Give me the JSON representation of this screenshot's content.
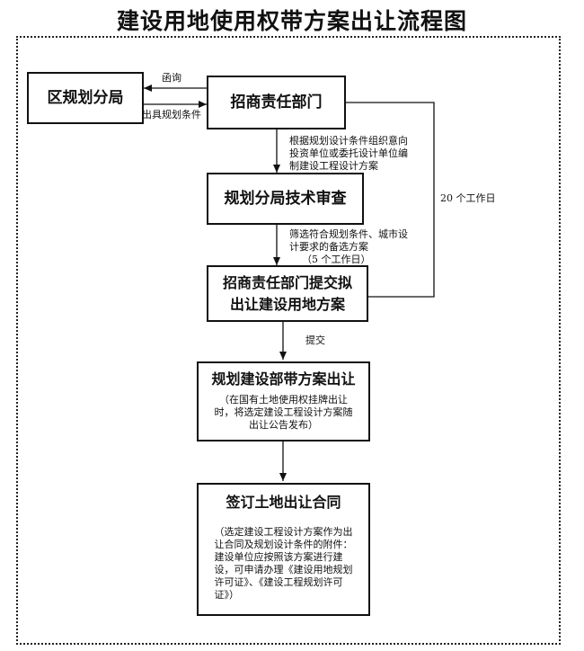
{
  "title": "建设用地使用权带方案出让流程图",
  "nodes": {
    "district": "区规划分局",
    "zhaoshang": "招商责任部门",
    "review": "规划分局技术审查",
    "submit": [
      "招商责任部门提交拟",
      "出让建设用地方案"
    ],
    "transfer": {
      "main": "规划建设部带方案出让",
      "note": [
        "（在国有土地使用权挂牌出让",
        "时，将选定建设工程设计方案随",
        "出让公告发布）"
      ]
    },
    "contract": {
      "main": "签订土地出让合同",
      "note": [
        "（选定建设工程设计方案作为出",
        "让合同及规划设计条件的附件：",
        "建设单位应按照该方案进行建",
        "设，可申请办理《建设用地规划",
        "许可证》、《建设工程规划许可",
        "证》）"
      ]
    }
  },
  "edges": {
    "letter": "函询",
    "issue_conditions": "出具规划条件",
    "organize": [
      "根据规划设计条件组织意向",
      "投资单位或委托设计单位编",
      "制建设工程设计方案"
    ],
    "screen": [
      "筛选符合规划条件、城市设",
      "计要求的备选方案",
      "（5 个工作日）"
    ],
    "twenty_days": "20 个工作日",
    "submit": "提交"
  }
}
